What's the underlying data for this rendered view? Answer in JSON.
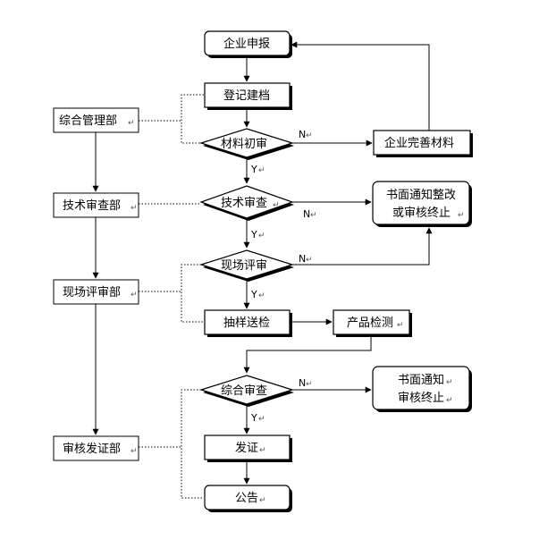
{
  "nodes": {
    "apply": "企业申报",
    "register": "登记建档",
    "initial_review": "材料初审",
    "improve": "企业完善材料",
    "tech_review": "技术审查",
    "notify_rectify_1": "书面通知整改",
    "notify_rectify_2": "或审核终止",
    "site_review": "现场评审",
    "sampling": "抽样送检",
    "product_test": "产品检测",
    "overall_review": "综合审查",
    "notify_stop_1": "书面通知",
    "notify_stop_2": "审核终止",
    "certify": "发证",
    "announce": "公告"
  },
  "departments": {
    "general_mgmt": "综合管理部",
    "tech_review_dept": "技术审查部",
    "site_review_dept": "现场评审部",
    "cert_dept": "审核发证部"
  },
  "edges": {
    "yes": "Y",
    "no": "N"
  },
  "return_mark": "↵"
}
